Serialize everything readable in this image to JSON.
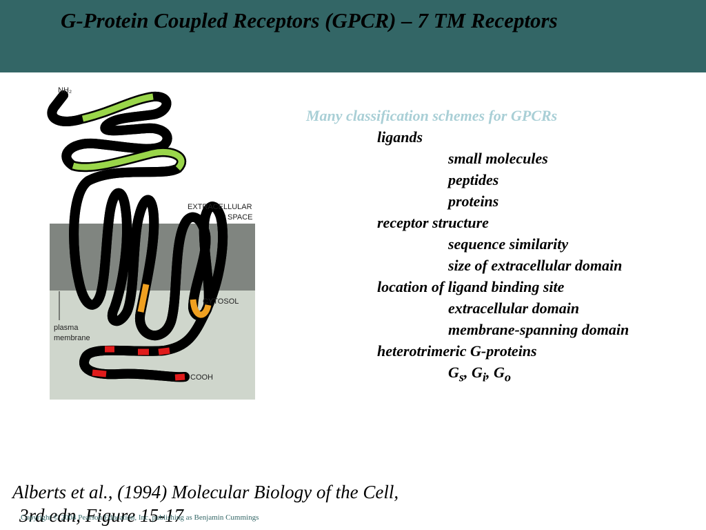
{
  "slide": {
    "title": "G-Protein Coupled Receptors (GPCR) – 7 TM Receptors",
    "header_color": "#336666"
  },
  "figure": {
    "labels": {
      "nh2": "NH₂",
      "extracellular": "EXTRACELLULAR",
      "space": "SPACE",
      "cytosol": "CYTOSOL",
      "plasma": "plasma",
      "membrane": "membrane",
      "cooh": "COOH"
    },
    "colors": {
      "membrane": "#808580",
      "cytosol": "#cfd6cc",
      "chain_dark": "#1e8a3c",
      "chain_light": "#9ad64a",
      "binding_orange": "#f0a020",
      "binding_red": "#e01b1b"
    }
  },
  "outline": {
    "heading": "Many classification schemes for GPCRs",
    "items": [
      {
        "level": 1,
        "text": "ligands"
      },
      {
        "level": 2,
        "text": "small molecules"
      },
      {
        "level": 2,
        "text": "peptides"
      },
      {
        "level": 2,
        "text": "proteins"
      },
      {
        "level": 1,
        "text": "receptor structure"
      },
      {
        "level": 2,
        "text": "sequence similarity"
      },
      {
        "level": 2,
        "text": "size of extracellular domain"
      },
      {
        "level": 1,
        "text": "location of ligand binding site"
      },
      {
        "level": 2,
        "text": "extracellular domain"
      },
      {
        "level": 2,
        "text": "membrane-spanning domain"
      },
      {
        "level": 1,
        "text": "heterotrimeric G-proteins"
      }
    ],
    "g_proteins": {
      "g1": "G",
      "s1": "s",
      "sep1": ", ",
      "g2": "G",
      "s2": "i",
      "sep2": ", ",
      "g3": "G",
      "s3": "o"
    }
  },
  "citation": {
    "line1": "Alberts et al., (1994) Molecular Biology of the Cell,",
    "line2": "3rd edn, Figure 15-17"
  },
  "copyright": "Copyright © 2004 Pearson Education, Inc. publishing as Benjamin Cummings"
}
